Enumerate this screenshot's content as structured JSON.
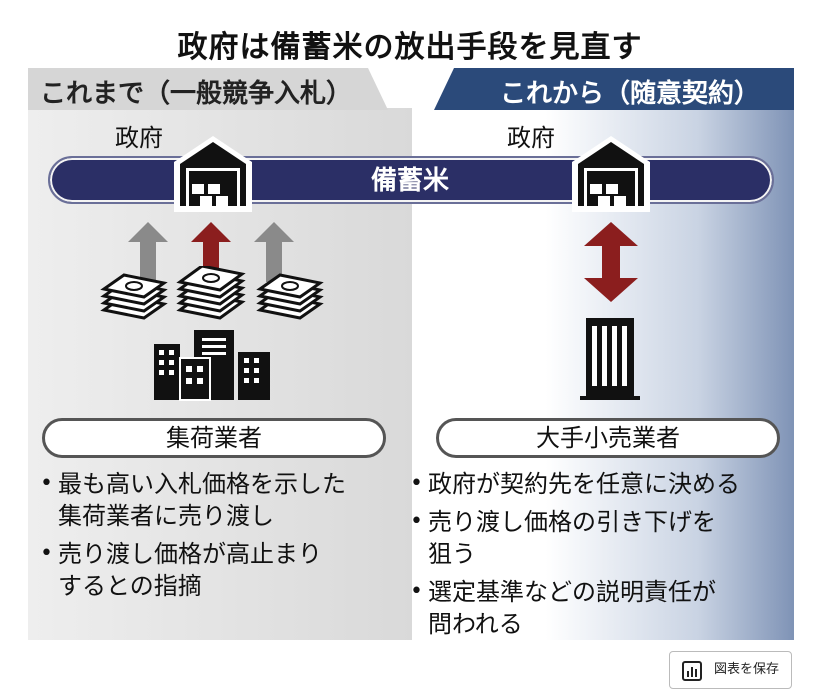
{
  "title": "政府は備蓄米の放出手段を見直す",
  "left": {
    "header": "これまで（一般競争入札）",
    "gov_label": "政府",
    "entity": "集荷業者",
    "bullets": [
      [
        "最も高い入札価格を示した",
        "集荷業者に売り渡し"
      ],
      [
        "売り渡し価格が高止まり",
        "するとの指摘"
      ]
    ]
  },
  "right": {
    "header": "これから（随意契約）",
    "gov_label": "政府",
    "entity": "大手小売業者",
    "bullets": [
      [
        "政府が契約先を任意に決める"
      ],
      [
        "売り渡し価格の引き下げを",
        "狙う"
      ],
      [
        "選定基準などの説明責任が",
        "問われる"
      ]
    ]
  },
  "rice_label": "備蓄米",
  "bullet_mark": "•",
  "save_button": "図表を保存",
  "colors": {
    "navy": "#2b2f66",
    "header_blue": "#2b4a7a",
    "arrow_red": "#8b1e1e",
    "arrow_gray": "#8a8a8a"
  },
  "icons": [
    "warehouse-icon",
    "money-stack-icon",
    "city-buildings-icon",
    "office-tower-icon",
    "chart-icon"
  ]
}
